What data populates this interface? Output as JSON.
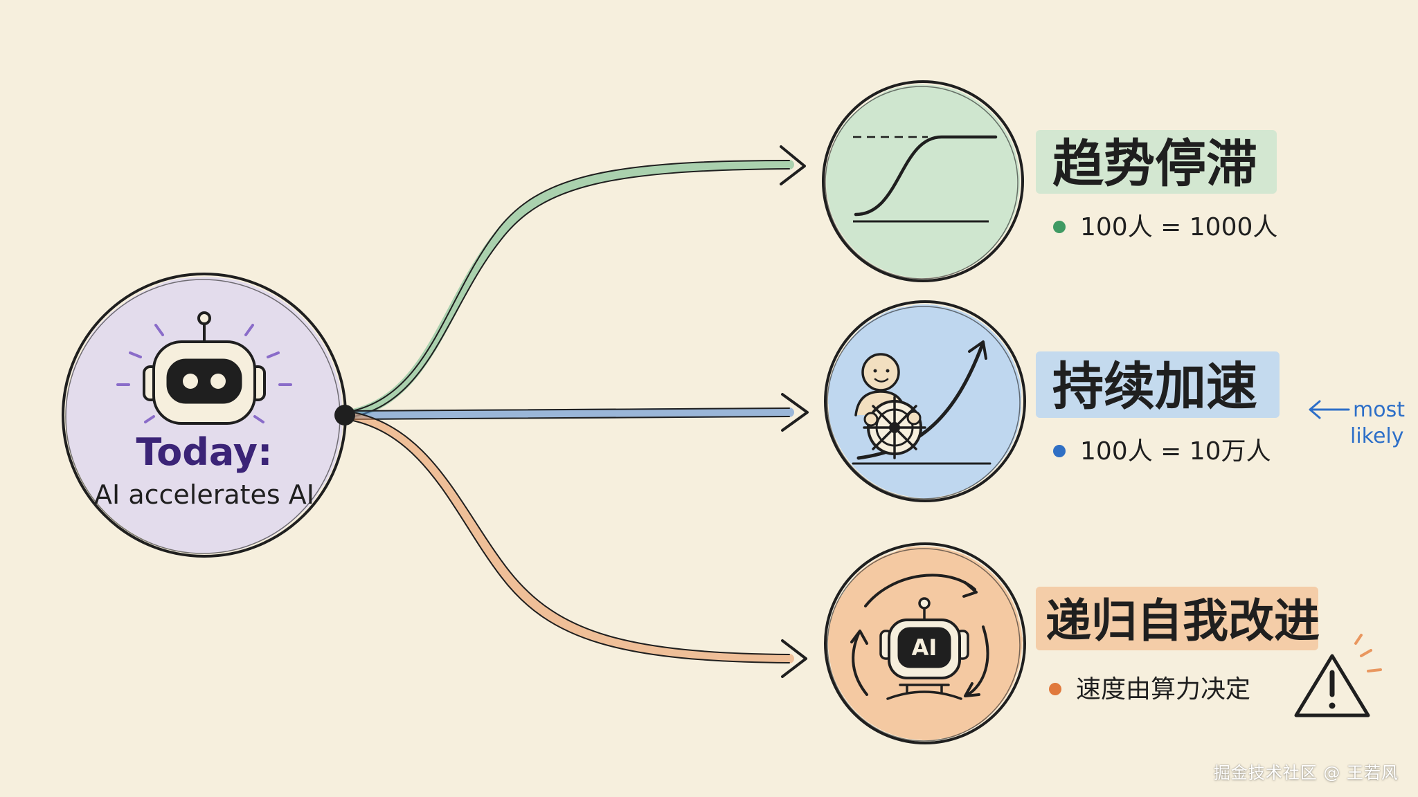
{
  "colors": {
    "background": "#f6efdd",
    "stroke": "#1f1f1f",
    "purple_fill": "#e2daee",
    "purple_text": "#3b2477",
    "green": "#6cb886",
    "green_fill": "#cfe6cf",
    "blue": "#4f86d4",
    "blue_fill": "#bfd7ef",
    "orange": "#e9975f",
    "orange_fill": "#f4c9a2",
    "note_blue": "#2d6fc8"
  },
  "source": {
    "title": "Today:",
    "subtitle": "AI accelerates AI",
    "icon": "robot-icon"
  },
  "outcomes": [
    {
      "title": "趋势停滞",
      "bullet": "100人 = 1000人",
      "icon": "s-curve-plateau-icon"
    },
    {
      "title": "持续加速",
      "bullet": "100人 = 10万人",
      "icon": "person-at-helm-exponential-icon",
      "note": {
        "line1": "most",
        "line2": "likely"
      }
    },
    {
      "title": "递归自我改进",
      "bullet": "速度由算力决定",
      "icon": "ai-robot-cycle-icon",
      "robot_label": "AI",
      "warning_icon": "warning-icon"
    }
  ],
  "watermark": "掘金技术社区 @ 王若风"
}
